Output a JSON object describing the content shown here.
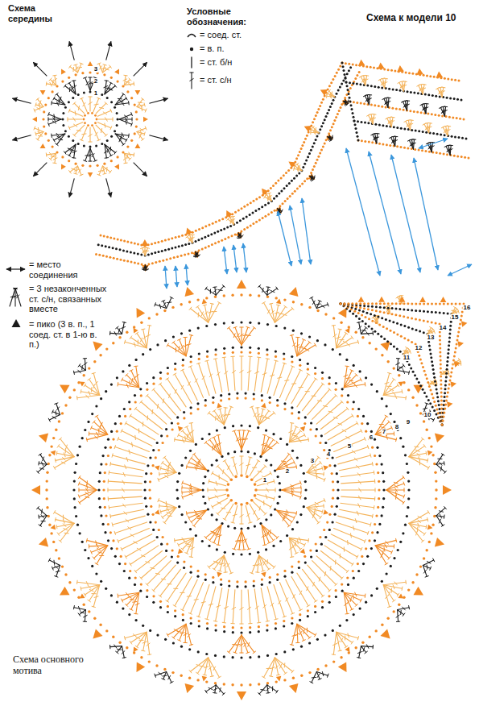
{
  "diagram": {
    "title": "Схема к модели 10",
    "caption": "Схема основного мотива",
    "labels": [
      "Схема середины",
      "Условные обозначения:",
      "3",
      "2",
      "1",
      "1",
      "2",
      "3",
      "4",
      "5",
      "6",
      "7",
      "8",
      "9",
      "10",
      "11",
      "12",
      "13",
      "14",
      "15",
      "16"
    ],
    "legend": [
      {
        "text": "= соед. ст."
      },
      {
        "text": "= в. п."
      },
      {
        "text": "= ст. б/н"
      },
      {
        "text": "= ст. с/н"
      },
      {
        "text": "= место соединения"
      },
      {
        "text": "= 3 незаконченных ст. с/н, связанных вместе"
      },
      {
        "text": "= пико (3 в. п., 1 соед. ст. в 1-ю в. п.)"
      }
    ]
  }
}
